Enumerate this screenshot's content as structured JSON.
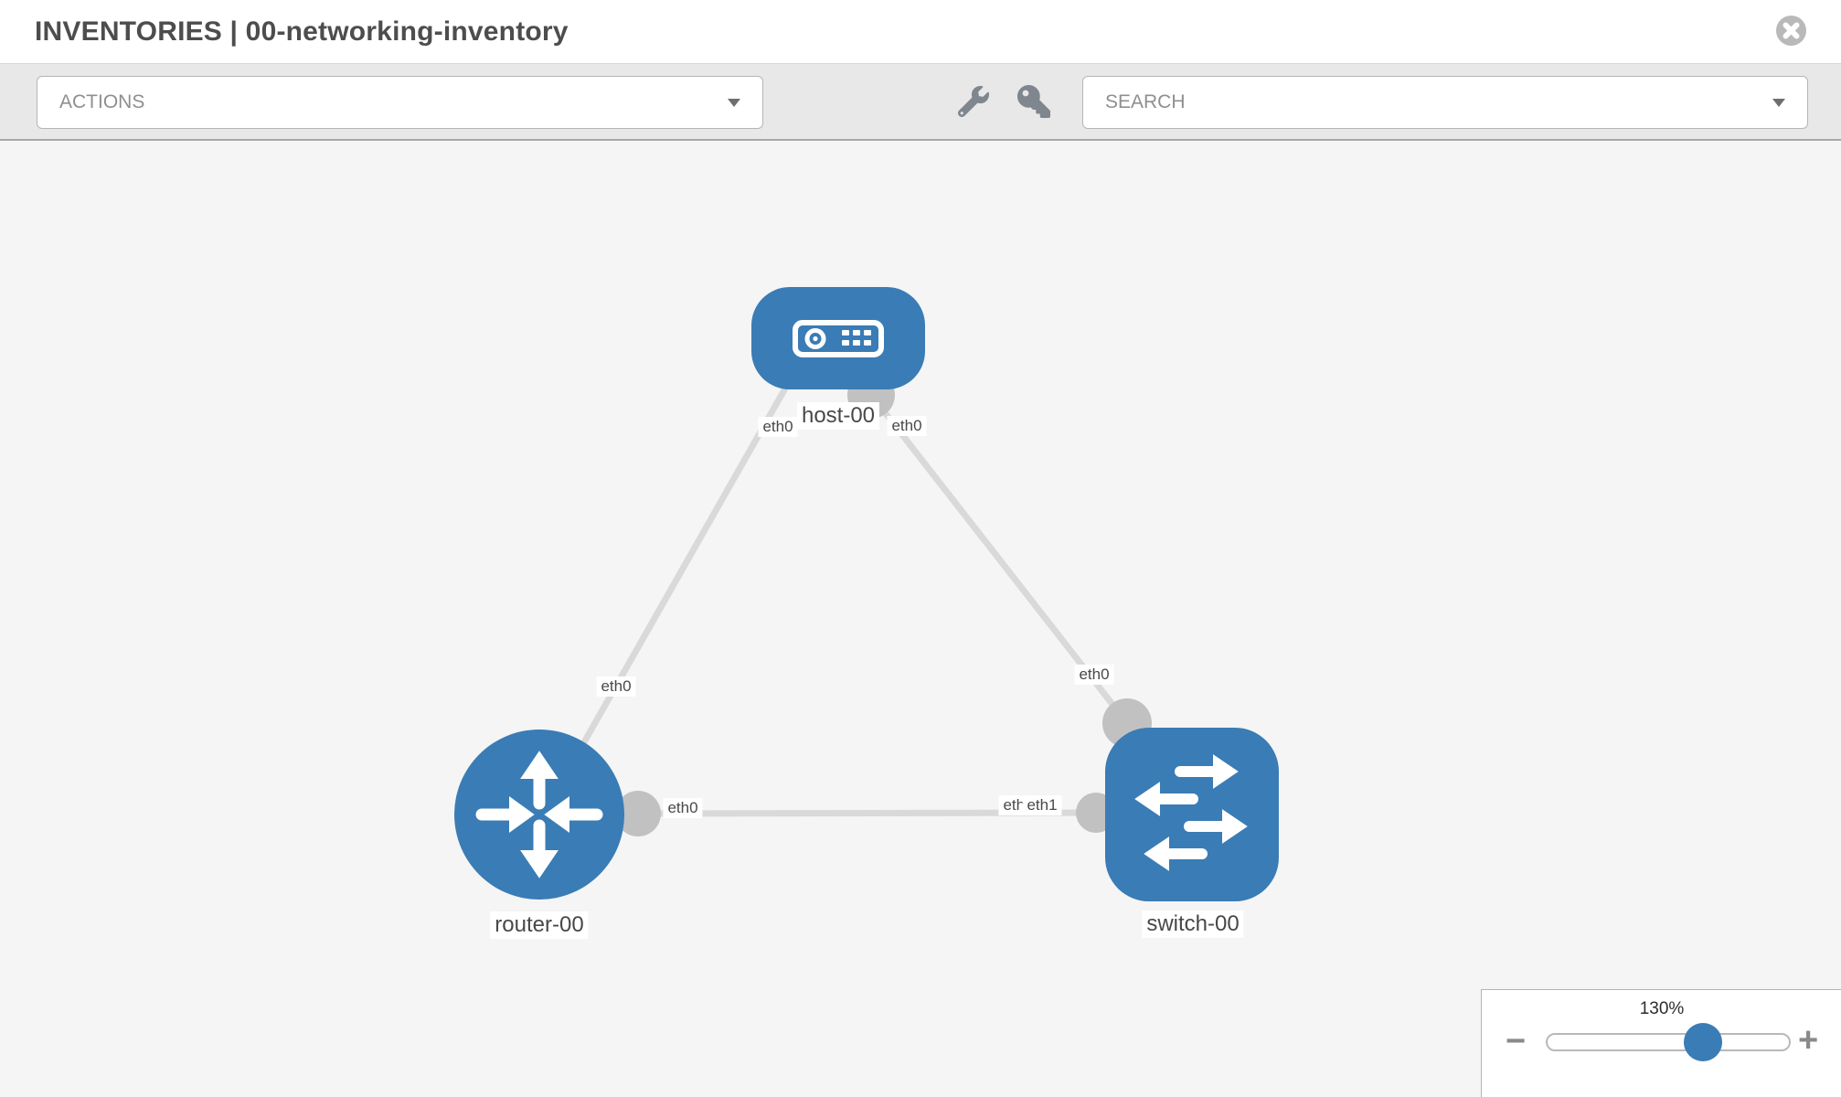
{
  "header": {
    "title": "INVENTORIES | 00-networking-inventory"
  },
  "toolbar": {
    "actions_label": "ACTIONS",
    "search_label": "SEARCH"
  },
  "topology": {
    "nodes": [
      {
        "id": "host-00",
        "type": "host",
        "label": "host-00"
      },
      {
        "id": "router-00",
        "type": "router",
        "label": "router-00"
      },
      {
        "id": "switch-00",
        "type": "switch",
        "label": "switch-00"
      }
    ],
    "links": [
      {
        "from": "host-00",
        "to": "router-00",
        "from_interface": "eth0",
        "to_interface": "eth0"
      },
      {
        "from": "host-00",
        "to": "switch-00",
        "from_interface": "eth0",
        "to_interface": "eth0"
      },
      {
        "from": "router-00",
        "to": "switch-00",
        "from_interface": "eth0",
        "to_interface": "eth1",
        "to_interface_overlapped": "eth0"
      }
    ]
  },
  "zoom_control": {
    "level": "130%",
    "minus_label": "−",
    "plus_label": "+",
    "slider_position_percent": 64.5
  },
  "colors": {
    "node_blue": "#3a7cb5",
    "link_gray": "#d9d9d9",
    "interface_gray": "#c1c1c1",
    "toolbar_bg": "#e8e8e8",
    "canvas_bg": "#f5f5f5"
  }
}
